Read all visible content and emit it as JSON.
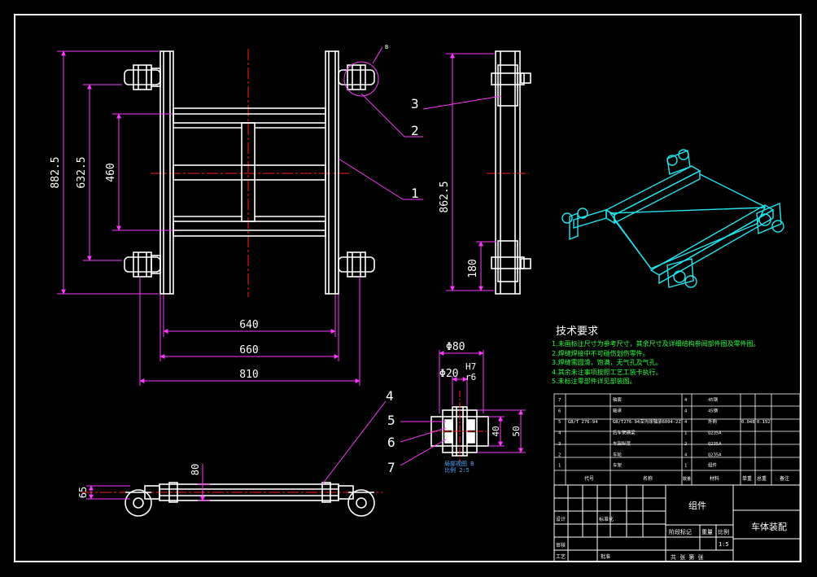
{
  "drawing": {
    "colors": {
      "background": "#000000",
      "frame": "#ffffff",
      "dimension": "#ff37ff",
      "centerline": "#ff2020",
      "iso_view": "#22e5f0",
      "notes": "#29ff3f"
    },
    "front_view": {
      "dims": [
        "882.5",
        "632.5",
        "460",
        "640",
        "660",
        "810"
      ],
      "detail_callout": "B"
    },
    "side_view": {
      "dims": [
        "862.5",
        "180"
      ]
    },
    "top_view": {
      "dims": [
        "80",
        "65"
      ]
    },
    "detail_view": {
      "dims": [
        "Φ80",
        "Φ20",
        "H7",
        "r6",
        "40",
        "50"
      ],
      "caption_line1": "局部视图 B",
      "caption_line2": "比例 2:5"
    },
    "balloons": [
      "1",
      "2",
      "3",
      "4",
      "5",
      "6",
      "7"
    ],
    "technical_requirements": {
      "title": "技术要求",
      "items": [
        "1.未画标注尺寸为参考尺寸，其余尺寸及详细结构参阅部件图及零件图。",
        "2.焊缝焊接中不可碰伤划伤零件。",
        "3.焊缝需圆滑，饱满，无气孔及气孔。",
        "4.其余未注事项按照工艺工装卡执行。",
        "5.未标注零部件详见部装图。"
      ]
    },
    "title_block": {
      "part_name": "组件",
      "drawing_title": "车体装配",
      "stage_mark": "阶段标记",
      "weight": "重量",
      "scale": "比例",
      "scale_value": "1:5",
      "sheet_info": "共  张  第  张",
      "approve": "批准",
      "review": "审核",
      "process": "工艺",
      "standardize": "标准化",
      "designer": "设计",
      "header_code": "代号",
      "header_name": "名称",
      "header_qty": "数量",
      "header_material": "材料",
      "header_unit_weight": "单重",
      "header_total_weight": "总重",
      "header_remark": "备注",
      "rows": [
        {
          "no": "7",
          "code": "",
          "name": "轴套",
          "qty": "4",
          "material": "45钢",
          "unit": "",
          "total": "",
          "remark": ""
        },
        {
          "no": "6",
          "code": "",
          "name": "轴承",
          "qty": "4",
          "material": "45钢",
          "unit": "",
          "total": "",
          "remark": ""
        },
        {
          "no": "5",
          "code": "GB/T 276-94",
          "name": "GB/T276-94深沟球轴承6004-2Z",
          "qty": "4",
          "material": "外购",
          "unit": "0.048",
          "total": "0.192",
          "remark": ""
        },
        {
          "no": "4",
          "code": "",
          "name": "后车架横梁",
          "qty": "1",
          "material": "Q235A",
          "unit": "",
          "total": "",
          "remark": ""
        },
        {
          "no": "3",
          "code": "",
          "name": "车架纵梁",
          "qty": "2",
          "material": "Q235A",
          "unit": "",
          "total": "",
          "remark": ""
        },
        {
          "no": "2",
          "code": "",
          "name": "车轮",
          "qty": "4",
          "material": "Q235A",
          "unit": "",
          "total": "",
          "remark": ""
        },
        {
          "no": "1",
          "code": "",
          "name": "车架",
          "qty": "1",
          "material": "组件",
          "unit": "",
          "total": "",
          "remark": ""
        }
      ]
    }
  }
}
